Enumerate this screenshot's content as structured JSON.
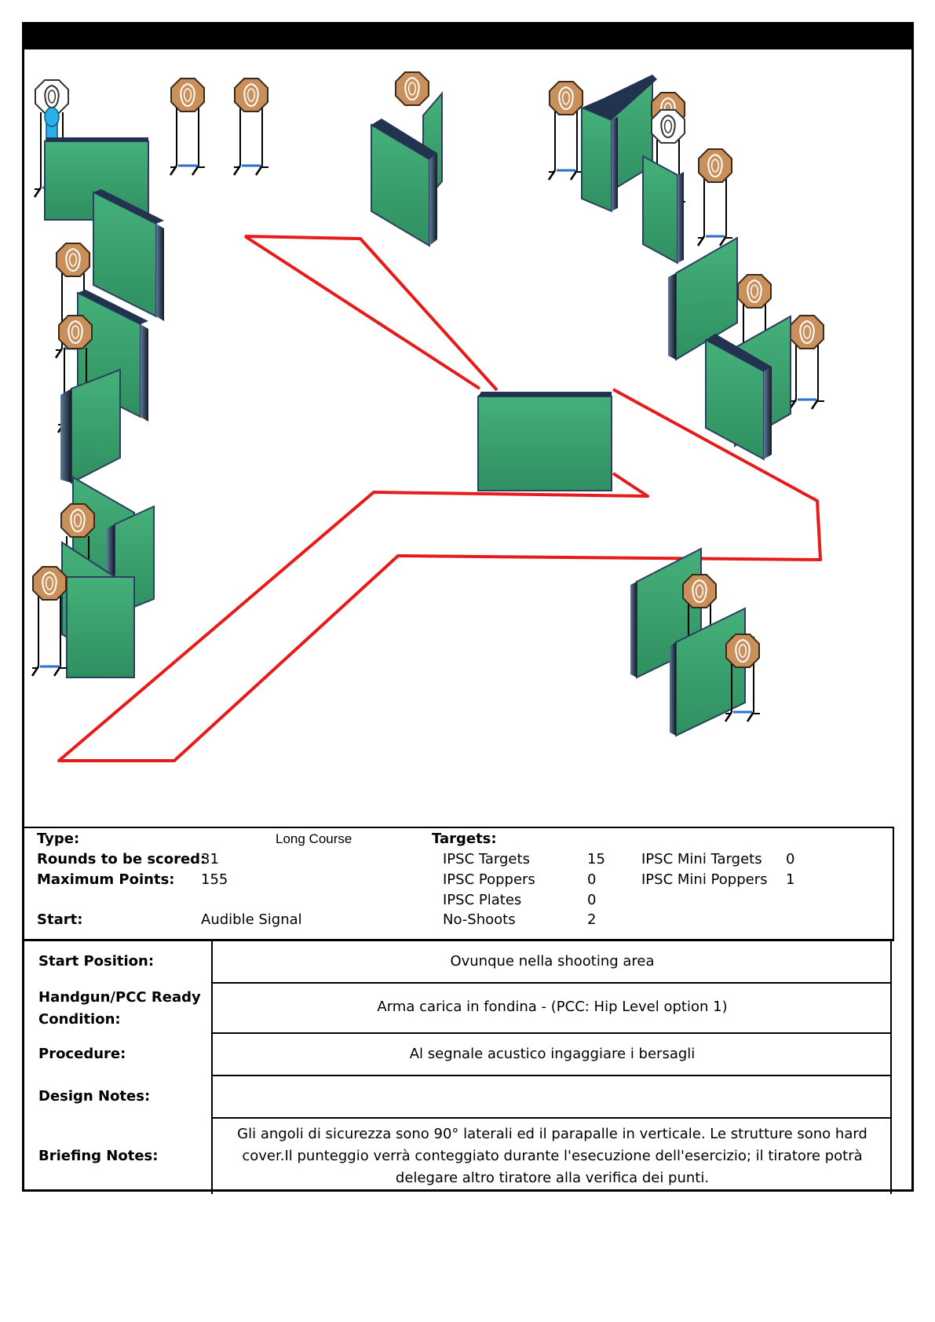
{
  "info": {
    "type_label": "Type:",
    "type_value": "Long Course",
    "rounds_label": "Rounds to be scored:",
    "rounds_value": "31",
    "maxpoints_label": "Maximum Points:",
    "maxpoints_value": "155",
    "start_label": "Start:",
    "start_value": "Audible Signal",
    "targets_label": "Targets:",
    "ipsc_targets_label": "IPSC Targets",
    "ipsc_targets_value": "15",
    "ipsc_poppers_label": "IPSC Poppers",
    "ipsc_poppers_value": "0",
    "ipsc_plates_label": "IPSC Plates",
    "ipsc_plates_value": "0",
    "noshoots_label": "No-Shoots",
    "noshoots_value": "2",
    "mini_targets_label": "IPSC Mini Targets",
    "mini_targets_value": "0",
    "mini_poppers_label": "IPSC Mini Poppers",
    "mini_poppers_value": "1"
  },
  "details": {
    "start_position_label": "Start Position:",
    "start_position_value": "Ovunque nella shooting area",
    "ready_label_1": "Handgun/PCC Ready",
    "ready_label_2": "Condition:",
    "ready_value": "Arma carica in fondina  - (PCC: Hip Level option 1)",
    "procedure_label": "Procedure:",
    "procedure_value": "Al segnale acustico ingaggiare i bersagli",
    "design_label": "Design Notes:",
    "design_value": "",
    "briefing_label": "Briefing Notes:",
    "briefing_line_1": "Gli angoli di sicurezza sono 90° laterali ed il parapalle in verticale. Le strutture sono hard",
    "briefing_line_2": "cover.Il punteggio verrà conteggiato durante l'esecuzione dell'esercizio; il tiratore potrà",
    "briefing_line_3": "delegare altro tiratore alla verifica  dei punti."
  },
  "colors": {
    "wall_front": "#3a9a6a",
    "wall_side": "#1f3a4a",
    "target": "#c9905c",
    "noshoot": "#ffffff",
    "popper": "#2ab0e8",
    "shooting_area": "#e81b1b"
  }
}
